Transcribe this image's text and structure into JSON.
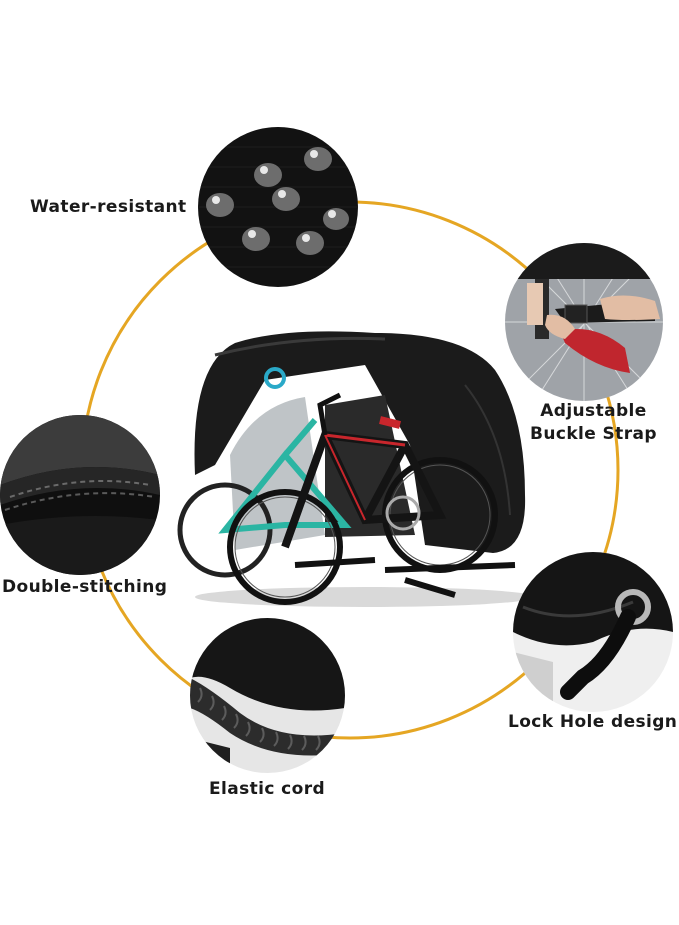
{
  "features": [
    {
      "id": "water",
      "label": "Water-resistant"
    },
    {
      "id": "buckle",
      "label_line1": "Adjustable",
      "label_line2": "Buckle Strap"
    },
    {
      "id": "stitch",
      "label": "Double-stitching"
    },
    {
      "id": "lock",
      "label": "Lock Hole design"
    },
    {
      "id": "elastic",
      "label": "Elastic cord"
    }
  ],
  "colors": {
    "ring": "#e5a623",
    "cover": "#1b1b1b",
    "bike_teal": "#2bb5a3",
    "bike_red": "#c8262c",
    "sleeve_red": "#c0262e"
  },
  "icons": [
    "water-droplets-icon",
    "buckle-strap-icon",
    "stitching-icon",
    "lock-hole-icon",
    "elastic-cord-icon"
  ]
}
